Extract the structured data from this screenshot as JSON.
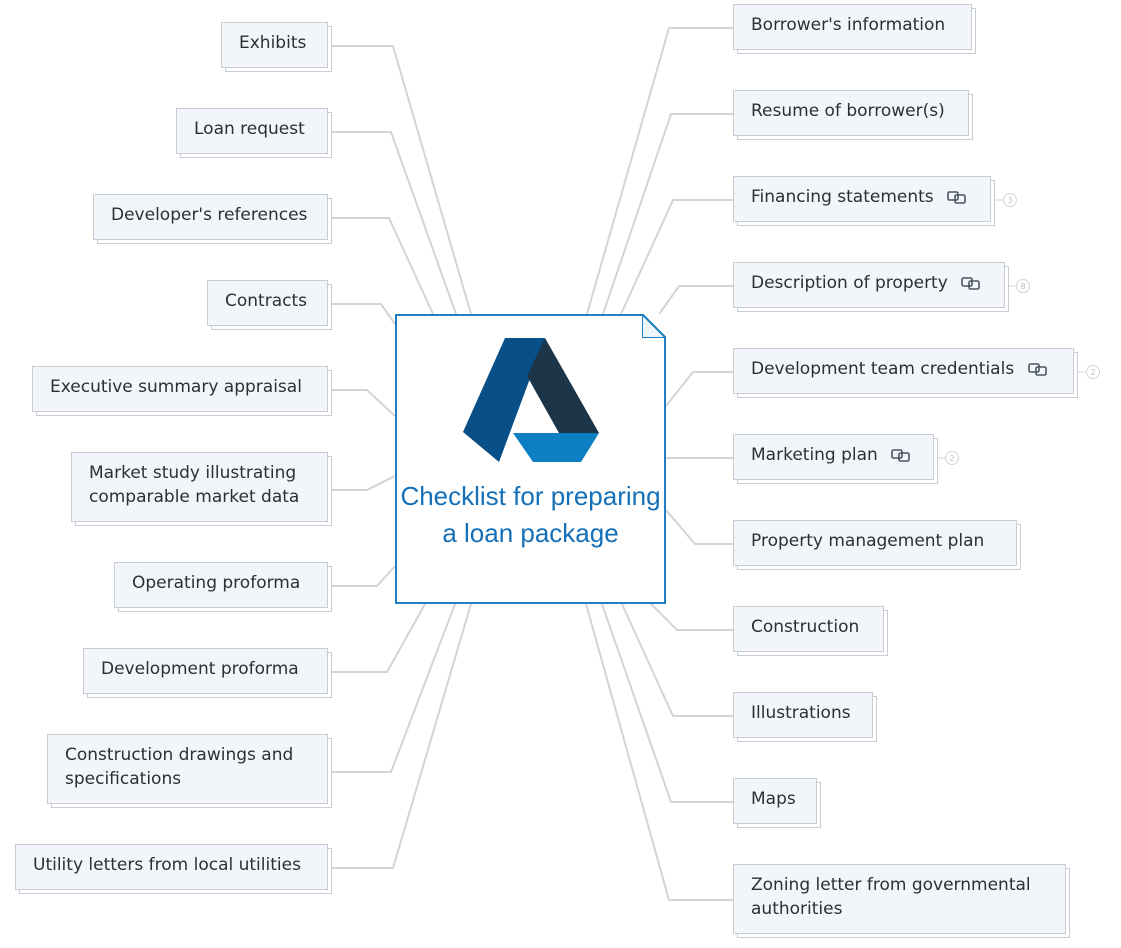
{
  "center": {
    "title": "Checklist for preparing a loan package"
  },
  "left_topics": [
    {
      "label": "Exhibits"
    },
    {
      "label": "Loan request"
    },
    {
      "label": "Developer's references"
    },
    {
      "label": "Contracts"
    },
    {
      "label": "Executive summary appraisal"
    },
    {
      "label": "Market study illustrating comparable market data"
    },
    {
      "label": "Operating proforma"
    },
    {
      "label": "Development proforma"
    },
    {
      "label": "Construction drawings and specifications"
    },
    {
      "label": "Utility letters from local utilities"
    }
  ],
  "right_topics": [
    {
      "label": "Borrower's information"
    },
    {
      "label": "Resume of borrower(s)"
    },
    {
      "label": "Financing statements",
      "children": "3"
    },
    {
      "label": "Description of property",
      "children": "8"
    },
    {
      "label": "Development team credentials",
      "children": "2"
    },
    {
      "label": "Marketing plan",
      "children": "2"
    },
    {
      "label": "Property management plan"
    },
    {
      "label": "Construction"
    },
    {
      "label": "Illustrations"
    },
    {
      "label": "Maps"
    },
    {
      "label": "Zoning letter from governmental authorities"
    }
  ],
  "colors": {
    "accent": "#1f7fc4",
    "title": "#1570b7",
    "node_fill": "#f2f6fb",
    "edge": "#d4d4d4"
  },
  "icons": {
    "link": "linked-topic-icon",
    "logo": "app-logo"
  }
}
